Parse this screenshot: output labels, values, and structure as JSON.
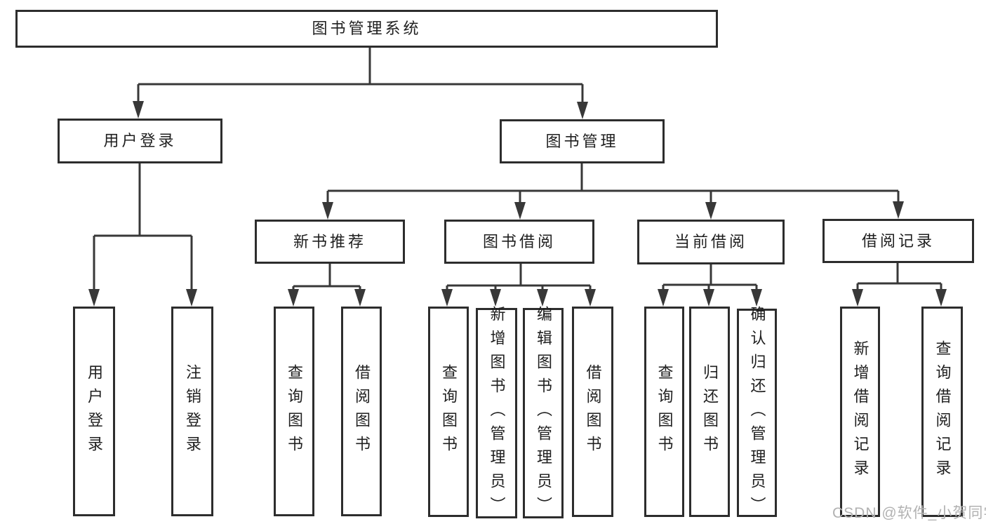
{
  "diagram": {
    "type": "hierarchy-chart",
    "title": "图书管理系统",
    "watermark": "CSDN @软件_小贺同学",
    "colors": {
      "line": "#383838",
      "box_border": "#2d2d2d",
      "text": "#1f1f1f",
      "background": "#ffffff",
      "watermark": "#b2b2b2"
    },
    "tree": {
      "label": "图书管理系统",
      "children": [
        {
          "label": "用户登录",
          "children": [
            {
              "label": "用户登录"
            },
            {
              "label": "注销登录"
            }
          ]
        },
        {
          "label": "图书管理",
          "children": [
            {
              "label": "新书推荐",
              "children": [
                {
                  "label": "查询图书"
                },
                {
                  "label": "借阅图书"
                }
              ]
            },
            {
              "label": "图书借阅",
              "children": [
                {
                  "label": "查询图书"
                },
                {
                  "label": "新增图书（管理员）"
                },
                {
                  "label": "编辑图书（管理员）"
                },
                {
                  "label": "借阅图书"
                }
              ]
            },
            {
              "label": "当前借阅",
              "children": [
                {
                  "label": "查询图书"
                },
                {
                  "label": "归还图书"
                },
                {
                  "label": "确认归还（管理员）"
                }
              ]
            },
            {
              "label": "借阅记录",
              "children": [
                {
                  "label": "新增借阅记录"
                },
                {
                  "label": "查询借阅记录"
                }
              ]
            }
          ]
        }
      ]
    }
  }
}
